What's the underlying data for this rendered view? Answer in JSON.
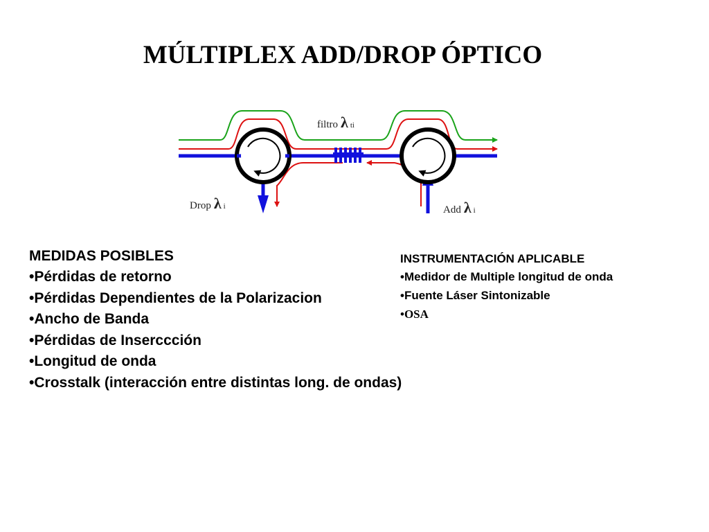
{
  "title": "MÚLTIPLEX ADD/DROP ÓPTICO",
  "diagram": {
    "filter_label": {
      "text": "filtro",
      "symbol": "λ",
      "sub": "ti"
    },
    "drop_label": {
      "text": "Drop",
      "symbol": "λ",
      "sub": "i"
    },
    "add_label": {
      "text": "Add",
      "symbol": "λ",
      "sub": "i"
    },
    "colors": {
      "green": "#1aa31a",
      "red": "#dd1111",
      "blue": "#1111dd",
      "ring": "#000000"
    }
  },
  "measures": {
    "heading": "MEDIDAS POSIBLES",
    "items": [
      "•Pérdidas de retorno",
      "•Pérdidas Dependientes de la Polarizacion",
      "•Ancho de Banda",
      "•Pérdidas de Inserccción",
      "•Longitud de onda",
      "•Crosstalk (interacción entre distintas long. de ondas)"
    ]
  },
  "instrumentation": {
    "heading": "INSTRUMENTACIÓN APLICABLE",
    "items": [
      "•Medidor de Multiple longitud de onda",
      "•Fuente Láser Sintonizable",
      "•OSA"
    ]
  }
}
